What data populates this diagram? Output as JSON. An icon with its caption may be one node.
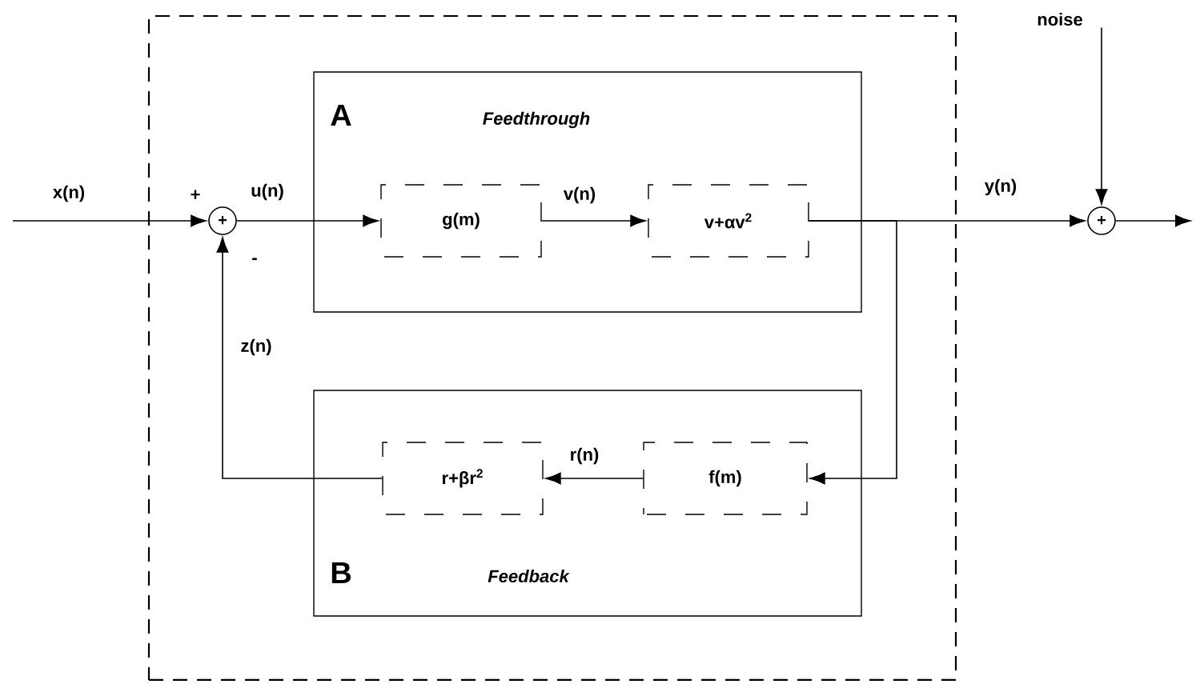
{
  "diagram": {
    "nodes": [
      {
        "text": [],
        "shape": "box"
      },
      {
        "text": [
          "A",
          "Feedthrough"
        ],
        "in": 0
      },
      {
        "text": [
          "g(m)"
        ],
        "in": 1
      },
      {
        "text": [
          "v+αv$^{2}$"
        ],
        "in": 1
      },
      {
        "text": [
          "B",
          "Feedback"
        ],
        "in": 0
      },
      {
        "text": [
          "f(m)"
        ],
        "in": 4
      },
      {
        "text": [
          "r+βr$^{2}$"
        ],
        "in": 4
      },
      {
        "text": [
          "+"
        ],
        "in": 0
      },
      {
        "text": [
          "+"
        ]
      },
      {
        "text": [
          "noise"
        ]
      }
    ],
    "edges": [
      {
        "from": null,
        "to": 7,
        "arrow": "to",
        "label": "x(n)"
      },
      {
        "from": 7,
        "to": 2,
        "arrow": "to",
        "label": "u(n)"
      },
      {
        "from": 2,
        "to": 3,
        "arrow": "to",
        "label": "v(n)"
      },
      {
        "from": 3,
        "to": 8,
        "arrow": "to",
        "label": "y(n)"
      },
      {
        "from": 3,
        "to": 5,
        "arrow": "to"
      },
      {
        "from": 5,
        "to": 6,
        "arrow": "to",
        "label": "r(n)"
      },
      {
        "from": 6,
        "to": 7,
        "arrow": "to",
        "label": "z(n)"
      },
      {
        "from": 9,
        "to": 8,
        "arrow": "to"
      },
      {
        "from": 8,
        "to": null,
        "arrow": "to"
      }
    ],
    "labels": [
      "+",
      "-"
    ]
  }
}
